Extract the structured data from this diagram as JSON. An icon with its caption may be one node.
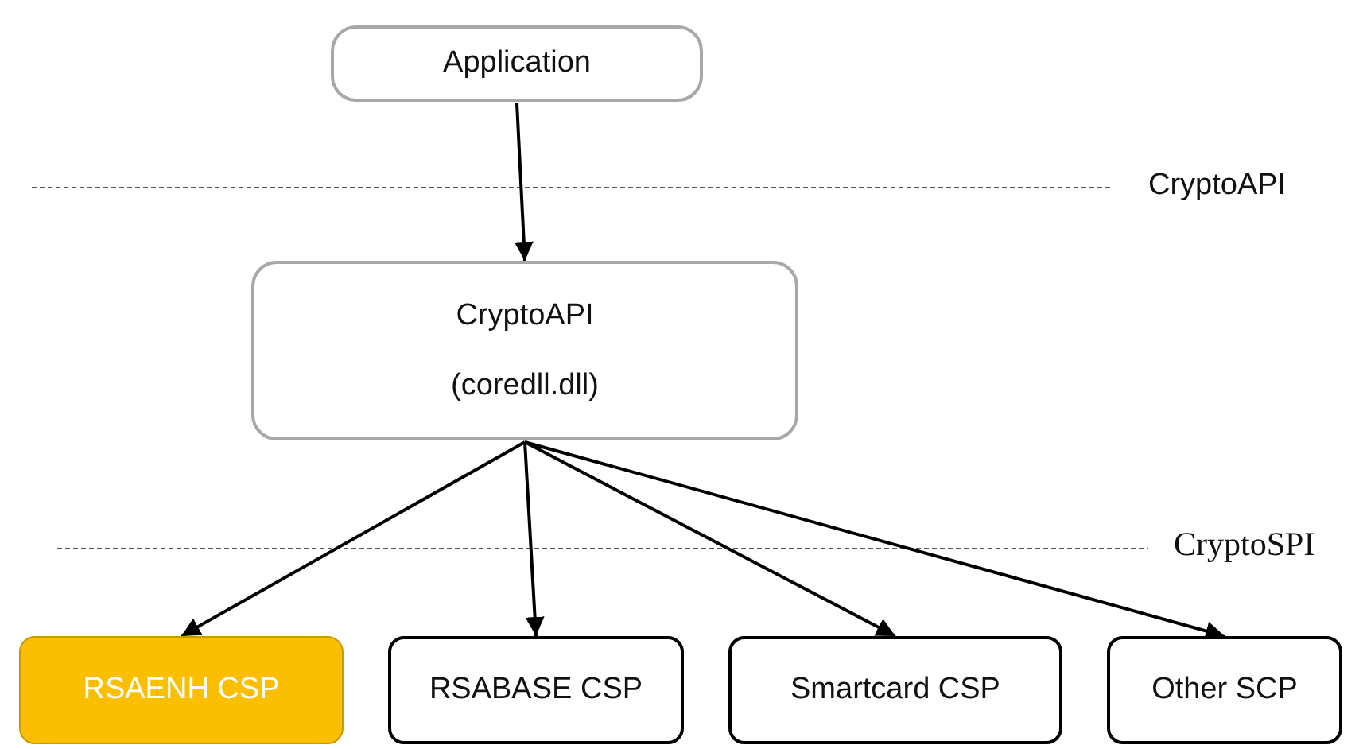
{
  "diagram": {
    "nodes": [
      {
        "text": [
          "Application"
        ]
      },
      {
        "text": [
          "CryptoAPI",
          "(coredll.dll)"
        ]
      },
      {
        "text": [
          "RSAENH CSP"
        ]
      },
      {
        "text": [
          "RSABASE CSP"
        ]
      },
      {
        "text": [
          "Smartcard CSP"
        ]
      },
      {
        "text": [
          "Other SCP"
        ]
      }
    ],
    "edges": [
      {
        "from": 0,
        "to": 1,
        "arrow": "to"
      },
      {
        "from": 1,
        "to": 2,
        "arrow": "to"
      },
      {
        "from": 1,
        "to": 3,
        "arrow": "to"
      },
      {
        "from": 1,
        "to": 4,
        "arrow": "to"
      },
      {
        "from": 1,
        "to": 5,
        "arrow": "to"
      }
    ],
    "labels": [
      "CryptoAPI",
      "CryptoSPI"
    ]
  }
}
